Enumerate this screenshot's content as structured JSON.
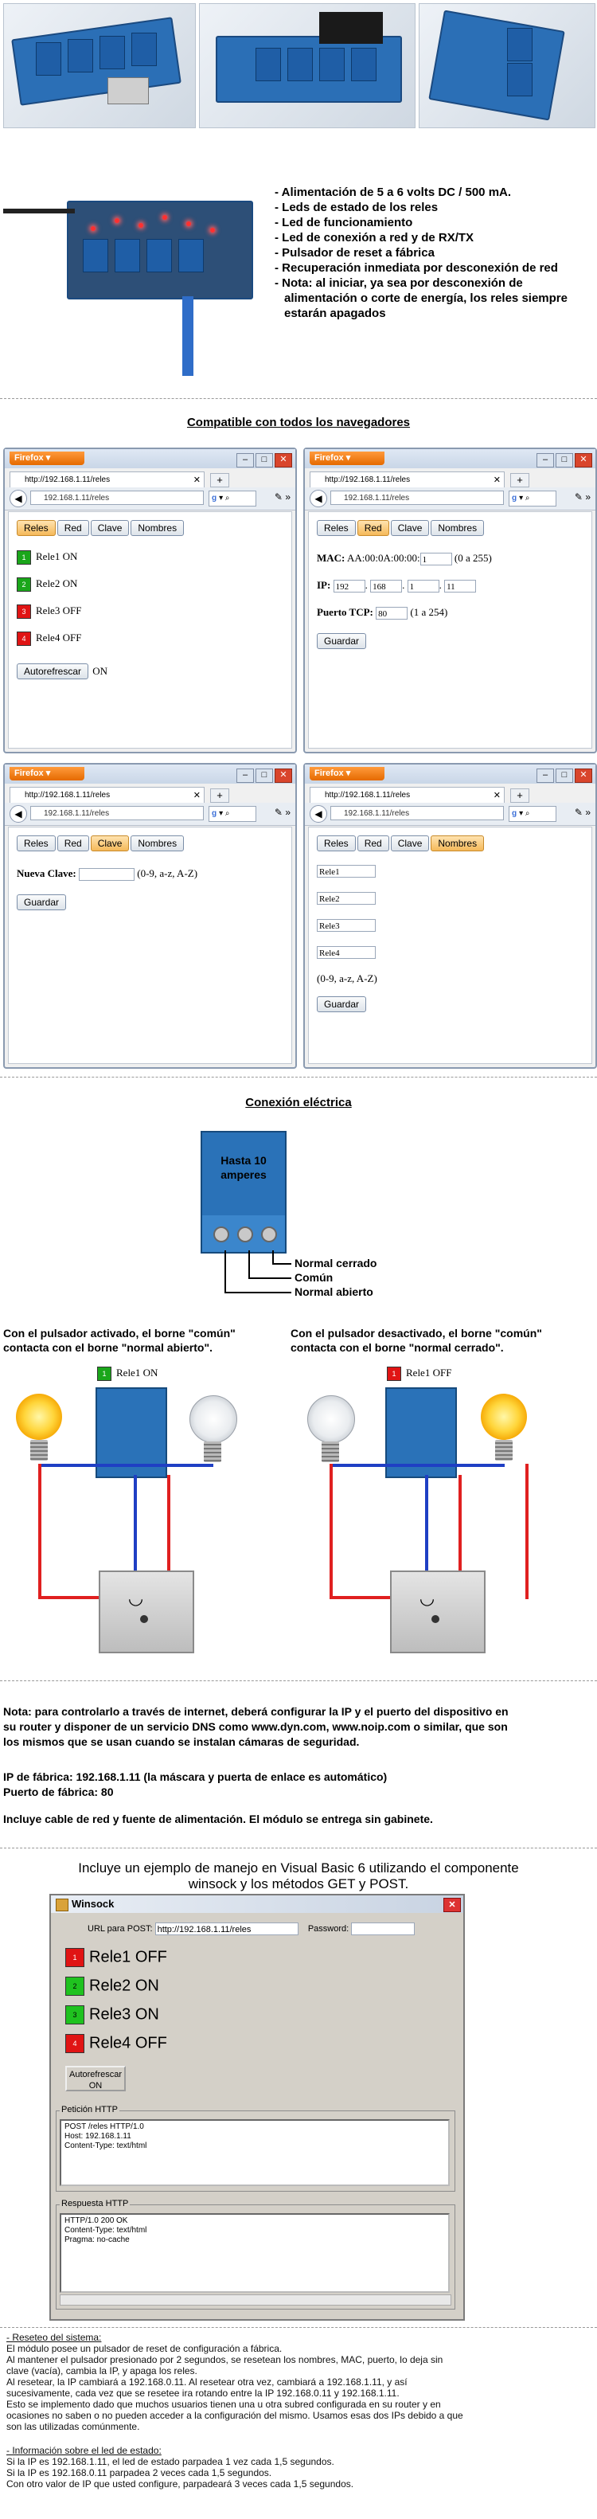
{
  "features": [
    "- Alimentación de 5 a 6 volts DC / 500 mA.",
    "- Leds de estado de los reles",
    "- Led de funcionamiento",
    "- Led de conexión a red y de RX/TX",
    "- Pulsador de reset a fábrica",
    "- Recuperación inmediata por desconexión de red",
    "- Nota: al iniciar, ya sea por desconexión de",
    "  alimentación o corte de energía, los reles siempre",
    "  estarán apagados"
  ],
  "compat_title": "Compatible con todos los navegadores",
  "browser": {
    "ff_label": "Firefox",
    "tab_title": "http://192.168.1.11/reles",
    "url": "192.168.1.11/reles",
    "buttons": [
      "Reles",
      "Red",
      "Clave",
      "Nombres"
    ]
  },
  "win1": {
    "relays": [
      {
        "label": "Rele1 ON",
        "state": "ON"
      },
      {
        "label": "Rele2 ON",
        "state": "ON"
      },
      {
        "label": "Rele3 OFF",
        "state": "OFF"
      },
      {
        "label": "Rele4 OFF",
        "state": "OFF"
      }
    ],
    "autorefresh_btn": "Autorefrescar",
    "autorefresh_state": "ON"
  },
  "win2": {
    "mac_label": "MAC:",
    "mac_value": "AA:00:0A:00:00:",
    "mac_last": "1",
    "mac_range": "(0 a 255)",
    "ip_label": "IP:",
    "ip": [
      "192",
      "168",
      "1",
      "11"
    ],
    "port_label": "Puerto TCP:",
    "port": "80",
    "port_range": "(1 a 254)",
    "save": "Guardar"
  },
  "win3": {
    "key_label": "Nueva Clave:",
    "key_hint": "(0-9, a-z, A-Z)",
    "save": "Guardar"
  },
  "win4": {
    "names": [
      "Rele1",
      "Rele2",
      "Rele3",
      "Rele4"
    ],
    "hint": "(0-9, a-z, A-Z)",
    "save": "Guardar"
  },
  "elec_title": "Conexión eléctrica",
  "relay_module": {
    "rating_line1": "Hasta 10",
    "rating_line2": "amperes",
    "nc": "Normal cerrado",
    "com": "Común",
    "no": "Normal abierto"
  },
  "case_on": {
    "text1": "Con el pulsador activado, el borne \"común\"",
    "text2": "contacta con el borne \"normal abierto\".",
    "badge": "Rele1 ON"
  },
  "case_off": {
    "text1": "Con el pulsador desactivado, el borne \"común\"",
    "text2": "contacta con el borne \"normal cerrado\".",
    "badge": "Rele1 OFF"
  },
  "notes": [
    "Nota: para controlarlo a través de internet, deberá configurar la IP y el puerto del dispositivo en",
    "su router y disponer de un servicio DNS como www.dyn.com, www.noip.com o similar, que son",
    "los mismos que se usan cuando se instalan cámaras de seguridad."
  ],
  "factory_ip": "IP de fábrica: 192.168.1.11 (la máscara y puerta de enlace es automático)",
  "factory_port": "Puerto de fábrica: 80",
  "includes": "Incluye cable de red y fuente de alimentación. El módulo se entrega sin gabinete.",
  "vb_line1": "Incluye un ejemplo de manejo en Visual Basic 6 utilizando el componente",
  "vb_line2": "winsock y los métodos GET y POST.",
  "winsock": {
    "title": "Winsock",
    "url_label": "URL para POST:",
    "url_value": "http://192.168.1.11/reles",
    "pwd_label": "Password:",
    "relays": [
      {
        "num": "1",
        "label": "Rele1 OFF",
        "state": "OFF"
      },
      {
        "num": "2",
        "label": "Rele2 ON",
        "state": "ON"
      },
      {
        "num": "3",
        "label": "Rele3 ON",
        "state": "ON"
      },
      {
        "num": "4",
        "label": "Rele4 OFF",
        "state": "OFF"
      }
    ],
    "autorefresh": "Autorefrescar",
    "autorefresh_state": "ON",
    "req_title": "Petición HTTP",
    "req_text": "POST /reles HTTP/1.0\nHost: 192.168.1.11\nContent-Type: text/html",
    "resp_title": "Respuesta HTTP",
    "resp_text": "HTTP/1.0 200 OK\nContent-Type: text/html\nPragma: no-cache"
  },
  "reset_heading": "- Reseteo del sistema:",
  "reset_lines": [
    "El módulo posee un pulsador de reset de configuración a fábrica.",
    "Al mantener el pulsador presionado por 2 segundos, se resetean los nombres, MAC, puerto, lo deja sin",
    "clave (vacía), cambia la IP, y apaga los reles.",
    "Al resetear, la IP cambiará a 192.168.0.11.  Al resetear otra vez, cambiará a 192.168.1.11, y así",
    "sucesivamente, cada vez que se resetee ira rotando entre la IP 192.168.0.11 y 192.168.1.11.",
    "Esto se implemento dado que muchos usuarios tienen una u otra subred configurada en su router y en",
    "ocasiones no saben o no pueden acceder a la configuración del mismo. Usamos esas dos IPs debido a que",
    "son las utilizadas comúnmente."
  ],
  "led_heading": "- Información sobre el led de estado:",
  "led_lines": [
    "Si la IP es 192.168.1.11, el led de estado parpadea 1 vez cada 1,5 segundos.",
    "Si la IP es 192.168.0.11 parpadea 2 veces cada 1,5 segundos.",
    "Con otro valor de IP que usted configure, parpadeará 3 veces cada 1,5 segundos."
  ]
}
